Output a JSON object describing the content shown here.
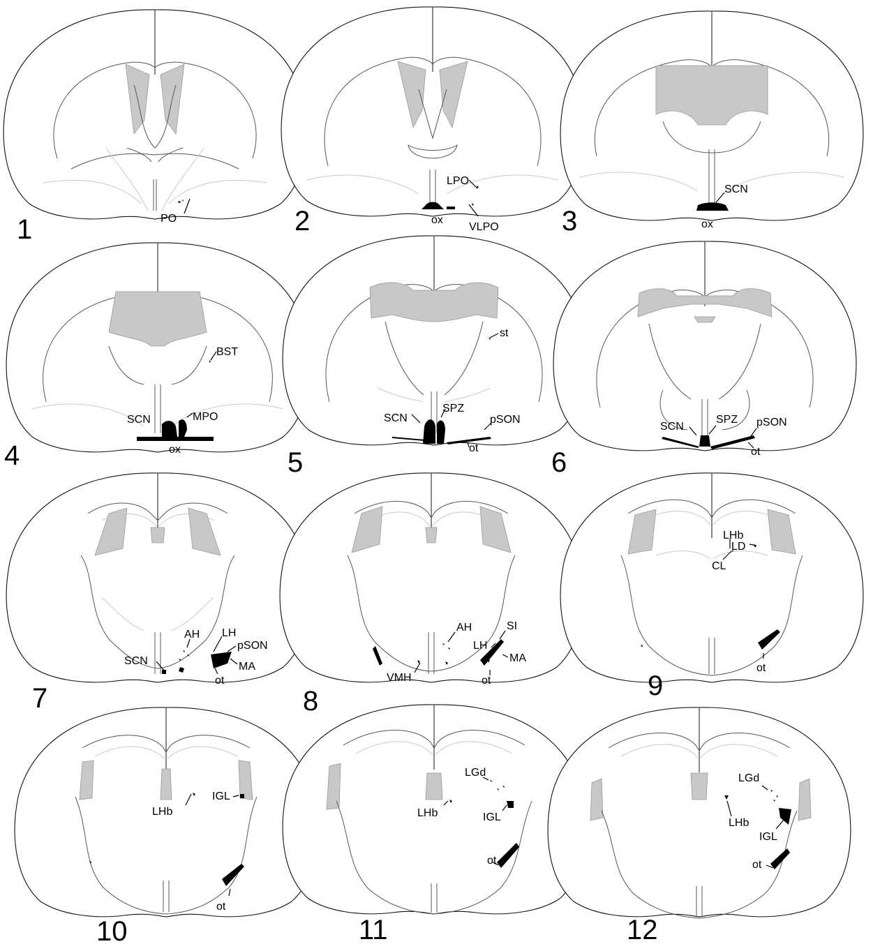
{
  "sections": [
    {
      "number": "1",
      "labels": [
        "PO"
      ]
    },
    {
      "number": "2",
      "labels": [
        "LPO",
        "ox",
        "VLPO"
      ]
    },
    {
      "number": "3",
      "labels": [
        "SCN",
        "ox"
      ]
    },
    {
      "number": "4",
      "labels": [
        "BST",
        "SCN",
        "MPO",
        "ox"
      ]
    },
    {
      "number": "5",
      "labels": [
        "st",
        "SCN",
        "SPZ",
        "pSON",
        "ot"
      ]
    },
    {
      "number": "6",
      "labels": [
        "SCN",
        "SPZ",
        "pSON",
        "ot"
      ]
    },
    {
      "number": "7",
      "labels": [
        "AH",
        "LH",
        "pSON",
        "SCN",
        "MA",
        "ot"
      ]
    },
    {
      "number": "8",
      "labels": [
        "AH",
        "SI",
        "LH",
        "MA",
        "VMH",
        "ot"
      ]
    },
    {
      "number": "9",
      "labels": [
        "LHb",
        "LD",
        "CL",
        "ot"
      ]
    },
    {
      "number": "10",
      "labels": [
        "IGL",
        "LHb",
        "ot"
      ]
    },
    {
      "number": "11",
      "labels": [
        "LGd",
        "LHb",
        "IGL",
        "ot"
      ]
    },
    {
      "number": "12",
      "labels": [
        "LGd",
        "LHb",
        "IGL",
        "ot"
      ]
    }
  ],
  "colors": {
    "outline": "#111111",
    "ventricle": "#c8c8c8",
    "faint_structures": "#c9c9c9",
    "labeling": "#000000"
  }
}
